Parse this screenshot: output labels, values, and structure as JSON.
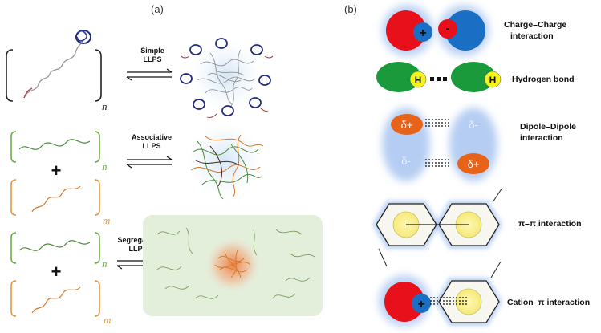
{
  "panel_a": {
    "label": "(a)",
    "rows": [
      {
        "arrow_label_1": "Simple",
        "arrow_label_2": "LLPS",
        "subscript": "n"
      },
      {
        "arrow_label_1": "Associative",
        "arrow_label_2": "LLPS",
        "plus": "+",
        "subscript_top": "n",
        "subscript_bottom": "m"
      },
      {
        "arrow_label_1": "Segregative",
        "arrow_label_2": "LLPS",
        "plus": "+",
        "subscript_top": "n",
        "subscript_bottom": "m"
      }
    ]
  },
  "panel_b": {
    "label": "(b)",
    "interactions": [
      {
        "line1": "Charge–Charge",
        "line2": "interaction",
        "plus": "+",
        "minus": "-"
      },
      {
        "line1": "Hydrogen bond",
        "h_left": "H",
        "h_right": "H"
      },
      {
        "line1": "Dipole–Dipole",
        "line2": "interaction",
        "pos1": "δ+",
        "neg1": "δ-",
        "neg2": "δ-",
        "pos2": "δ+"
      },
      {
        "line1": "π–π interaction"
      },
      {
        "line1": "Cation–π interaction",
        "plus": "+"
      }
    ]
  },
  "colors": {
    "red": "#e8101a",
    "blue": "#1a6fc4",
    "green": "#1a9a3a",
    "yellow": "#f4f41c",
    "orange": "#e8631a",
    "glow": "#7aa6e8",
    "bracket_green": "#6fae4a",
    "bracket_orange": "#e09a45"
  }
}
